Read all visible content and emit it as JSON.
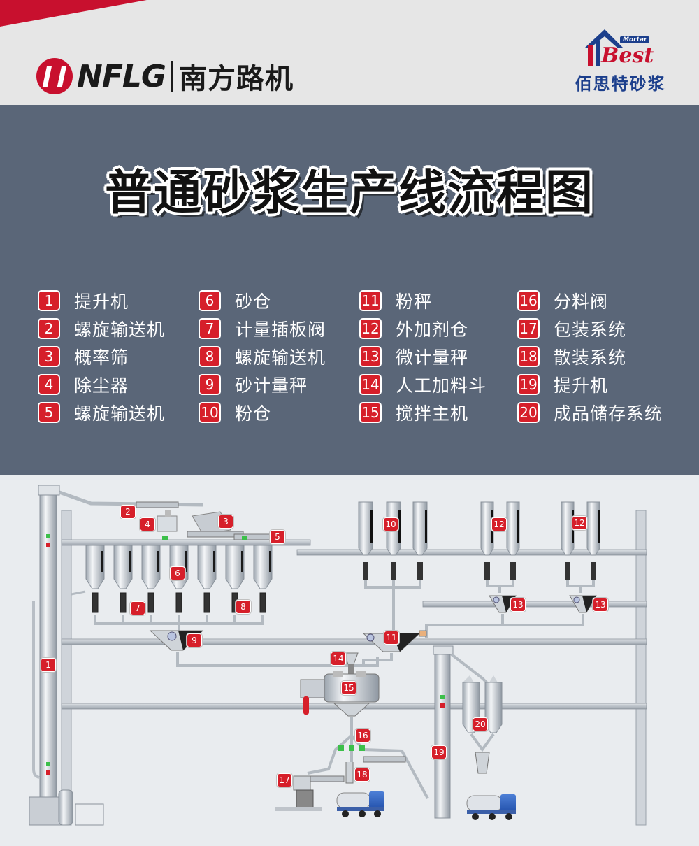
{
  "header": {
    "brand_en": "NFLG",
    "brand_cn": "南方路机",
    "partner_en": "Best",
    "partner_tag": "Mortar",
    "partner_cn": "佰思特砂浆"
  },
  "title": "普通砂浆生产线流程图",
  "legend": [
    {
      "num": "1",
      "label": "提升机"
    },
    {
      "num": "2",
      "label": "螺旋输送机"
    },
    {
      "num": "3",
      "label": "概率筛"
    },
    {
      "num": "4",
      "label": "除尘器"
    },
    {
      "num": "5",
      "label": "螺旋输送机"
    },
    {
      "num": "6",
      "label": "砂仓"
    },
    {
      "num": "7",
      "label": "计量插板阀"
    },
    {
      "num": "8",
      "label": "螺旋输送机"
    },
    {
      "num": "9",
      "label": "砂计量秤"
    },
    {
      "num": "10",
      "label": "粉仓"
    },
    {
      "num": "11",
      "label": "粉秤"
    },
    {
      "num": "12",
      "label": "外加剂仓"
    },
    {
      "num": "13",
      "label": "微计量秤"
    },
    {
      "num": "14",
      "label": "人工加料斗"
    },
    {
      "num": "15",
      "label": "搅拌主机"
    },
    {
      "num": "16",
      "label": "分料阀"
    },
    {
      "num": "17",
      "label": "包装系统"
    },
    {
      "num": "18",
      "label": "散装系统"
    },
    {
      "num": "19",
      "label": "提升机"
    },
    {
      "num": "20",
      "label": "成品储存系统"
    }
  ],
  "diagram": {
    "markers": [
      "1",
      "2",
      "3",
      "4",
      "5",
      "6",
      "7",
      "8",
      "9",
      "10",
      "11",
      "12",
      "12",
      "13",
      "13",
      "14",
      "15",
      "16",
      "17",
      "18",
      "19",
      "20"
    ]
  }
}
